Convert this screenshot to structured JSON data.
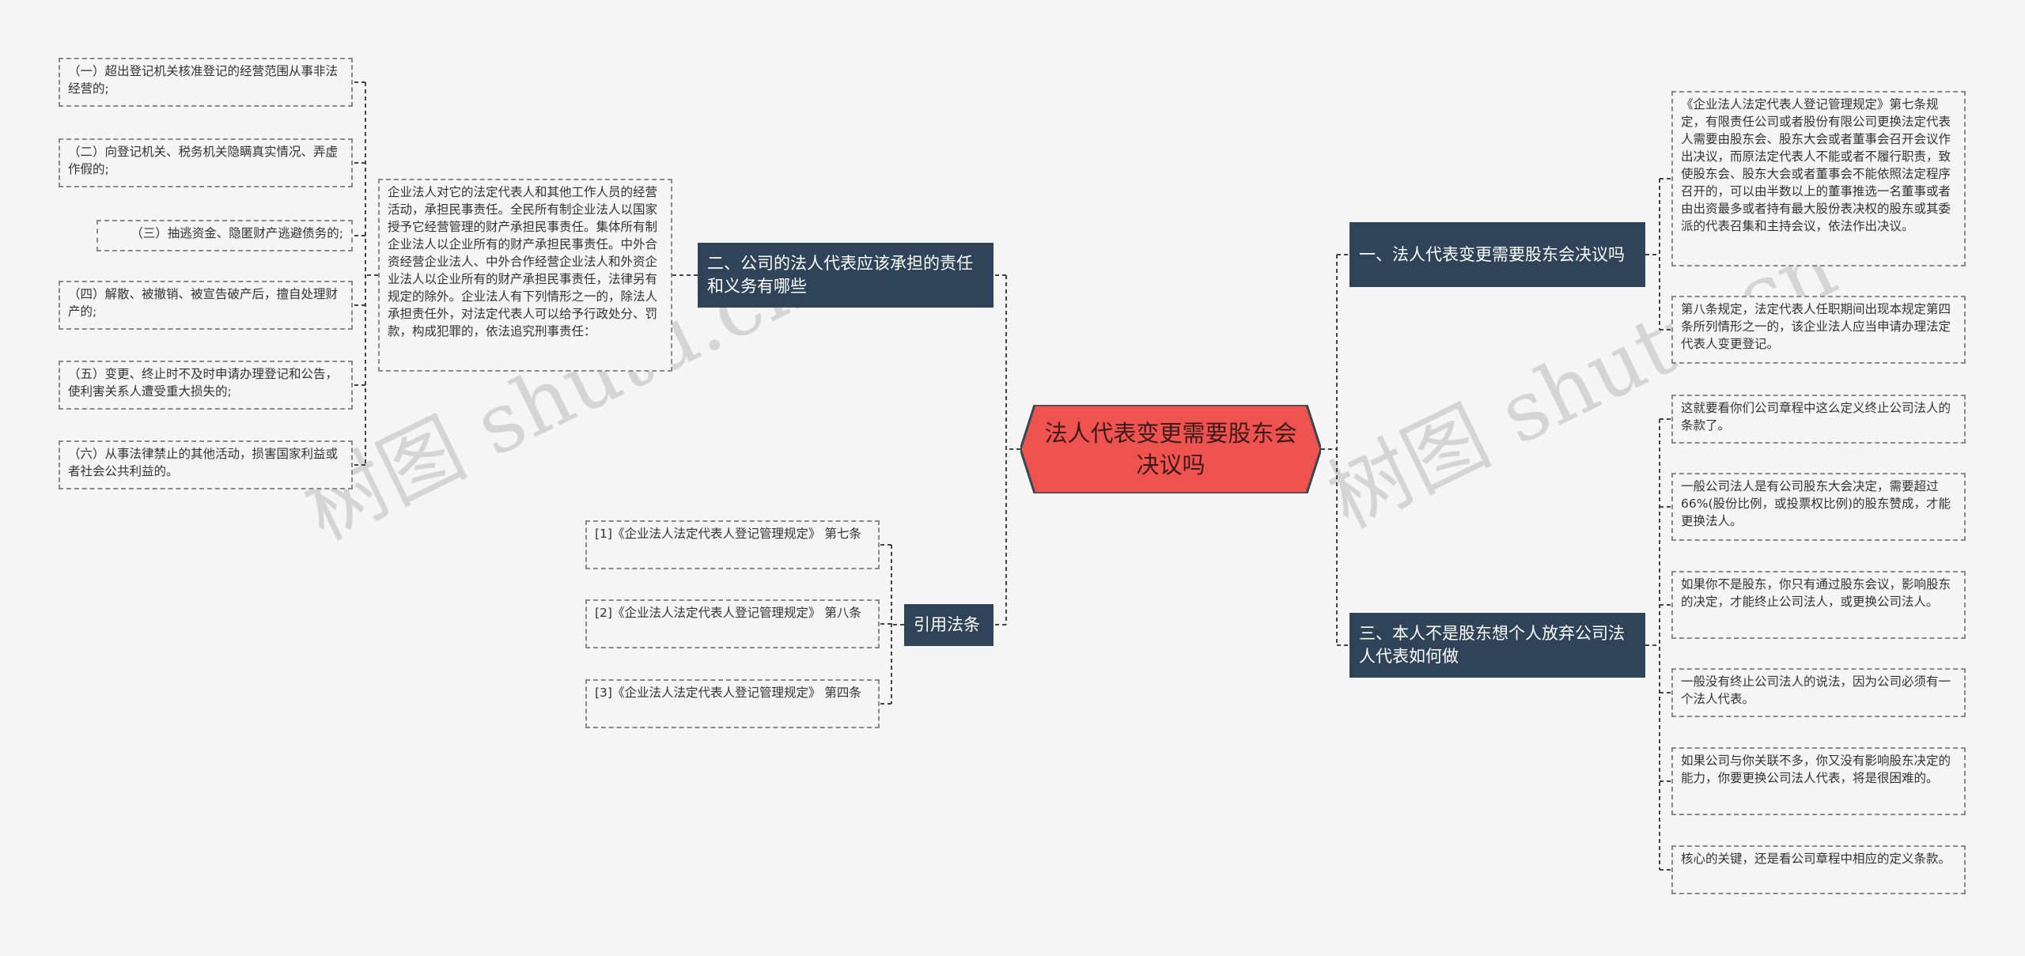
{
  "watermarks": [
    "树图 shutu.cn",
    "树图 shutu.cn"
  ],
  "colors": {
    "background": "#f5f5f5",
    "center_fill": "#ef5350",
    "center_border": "#37474f",
    "topic_fill": "#2f4359",
    "topic_text": "#ffffff",
    "leaf_border": "#8a8a8a",
    "connector": "#444444"
  },
  "center": {
    "label": "法人代表变更需要股东会决议吗"
  },
  "topics": [
    {
      "label": "一、法人代表变更需要股东会决议吗"
    },
    {
      "label": "三、本人不是股东想个人放弃公司法人代表如何做"
    },
    {
      "label": "二、公司的法人代表应该承担的责任和义务有哪些"
    },
    {
      "label": "引用法条"
    }
  ],
  "right_upper_leaves": [
    {
      "text": "《企业法人法定代表人登记管理规定》第七条规定，有限责任公司或者股份有限公司更换法定代表人需要由股东会、股东大会或者董事会召开会议作出决议，而原法定代表人不能或者不履行职责，致使股东会、股东大会或者董事会不能依照法定程序召开的，可以由半数以上的董事推选一名董事或者由出资最多或者持有最大股份表决权的股东或其委派的代表召集和主持会议，依法作出决议。"
    },
    {
      "text": "第八条规定，法定代表人任职期间出现本规定第四条所列情形之一的，该企业法人应当申请办理法定代表人变更登记。"
    }
  ],
  "right_lower_leaves": [
    {
      "text": "这就要看你们公司章程中这么定义终止公司法人的条款了。"
    },
    {
      "text": "一般公司法人是有公司股东大会决定，需要超过66%(股份比例，或投票权比例)的股东赞成，才能更换法人。"
    },
    {
      "text": "如果你不是股东，你只有通过股东会议，影响股东的决定，才能终止公司法人，或更换公司法人。"
    },
    {
      "text": "一般没有终止公司法人的说法，因为公司必须有一个法人代表。"
    },
    {
      "text": "如果公司与你关联不多，你又没有影响股东决定的能力，你要更换公司法人代表，将是很困难的。"
    },
    {
      "text": "核心的关键，还是看公司章程中相应的定义条款。"
    }
  ],
  "left_mid_leaf": {
    "text": "企业法人对它的法定代表人和其他工作人员的经营活动，承担民事责任。全民所有制企业法人以国家授予它经营管理的财产承担民事责任。集体所有制企业法人以企业所有的财产承担民事责任。中外合资经营企业法人、中外合作经营企业法人和外资企业法人以企业所有的财产承担民事责任，法律另有规定的除外。企业法人有下列情形之一的，除法人承担责任外，对法定代表人可以给予行政处分、罚款，构成犯罪的，依法追究刑事责任："
  },
  "left_far_leaves": [
    {
      "text": "（一）超出登记机关核准登记的经营范围从事非法经营的;"
    },
    {
      "text": "（二）向登记机关、税务机关隐瞒真实情况、弄虚作假的;"
    },
    {
      "text": "（三）抽逃资金、隐匿财产逃避债务的;"
    },
    {
      "text": "（四）解散、被撤销、被宣告破产后，擅自处理财产的;"
    },
    {
      "text": "（五）变更、终止时不及时申请办理登记和公告，使利害关系人遭受重大损失的;"
    },
    {
      "text": "（六）从事法律禁止的其他活动，损害国家利益或者社会公共利益的。"
    }
  ],
  "citation_leaves": [
    {
      "text": "[1]《企业法人法定代表人登记管理规定》 第七条"
    },
    {
      "text": "[2]《企业法人法定代表人登记管理规定》 第八条"
    },
    {
      "text": "[3]《企业法人法定代表人登记管理规定》 第四条"
    }
  ]
}
